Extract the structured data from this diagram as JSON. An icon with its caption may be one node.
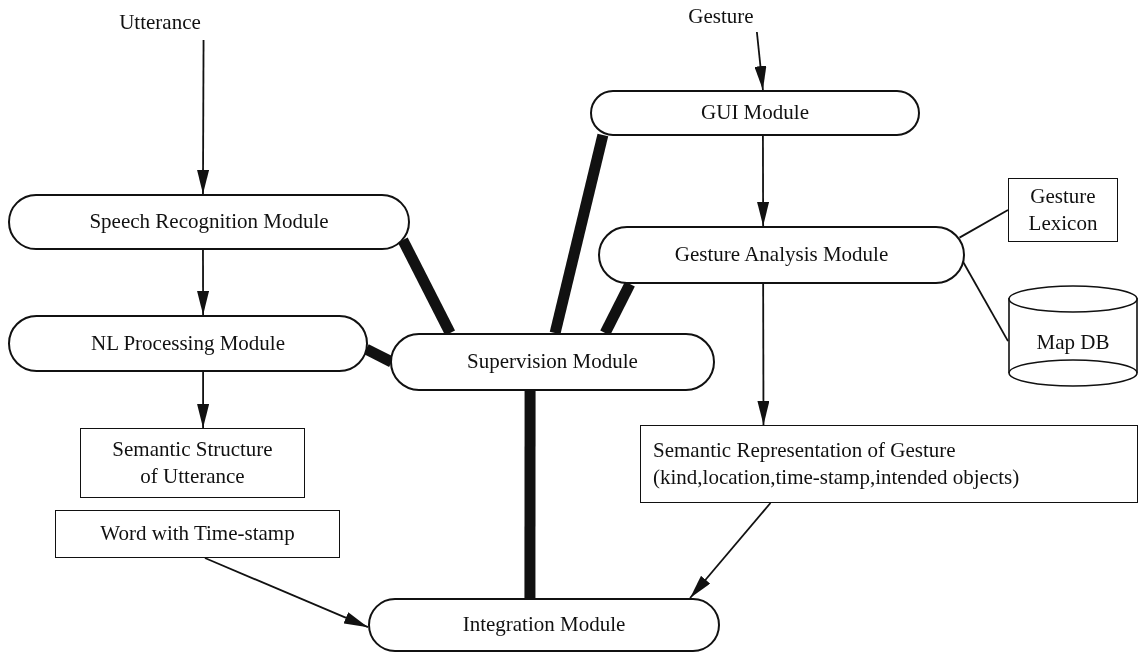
{
  "diagram": {
    "nodes": [
      {
        "text": [
          "Utterance"
        ]
      },
      {
        "text": [
          "Gesture"
        ]
      },
      {
        "text": [
          "Speech Recognition Module"
        ]
      },
      {
        "text": [
          "NL Processing Module"
        ]
      },
      {
        "text": [
          "Semantic Structure of Utterance"
        ]
      },
      {
        "text": [
          "Word with Time-stamp"
        ]
      },
      {
        "text": [
          "Supervision Module"
        ]
      },
      {
        "text": [
          "GUI Module"
        ]
      },
      {
        "text": [
          "Gesture Analysis Module"
        ]
      },
      {
        "text": [
          "Gesture Lexicon"
        ]
      },
      {
        "text": [
          "Map DB"
        ]
      },
      {
        "text": [
          "Semantic Representation of Gesture",
          "(kind,location,time-stamp,intended objects)"
        ]
      },
      {
        "text": [
          "Integration Module"
        ]
      }
    ],
    "edges": [
      {
        "from": 0,
        "to": 2,
        "arrow": "to"
      },
      {
        "from": 1,
        "to": 7,
        "arrow": "to"
      },
      {
        "from": 2,
        "to": 3,
        "arrow": "to"
      },
      {
        "from": 3,
        "to": 4,
        "arrow": "to"
      },
      {
        "from": 7,
        "to": 8,
        "arrow": "to"
      },
      {
        "from": 8,
        "to": 11,
        "arrow": "to"
      },
      {
        "from": 5,
        "to": 12,
        "arrow": "to"
      },
      {
        "from": 11,
        "to": 12,
        "arrow": "to"
      },
      {
        "from": 8,
        "to": 9,
        "arrow": "none"
      },
      {
        "from": 8,
        "to": 10,
        "arrow": "none"
      },
      {
        "from": 2,
        "to": 6,
        "arrow": "none",
        "style": "thick"
      },
      {
        "from": 3,
        "to": 6,
        "arrow": "none",
        "style": "thick"
      },
      {
        "from": 7,
        "to": 6,
        "arrow": "none",
        "style": "thick"
      },
      {
        "from": 8,
        "to": 6,
        "arrow": "none",
        "style": "thick"
      },
      {
        "from": 6,
        "to": 12,
        "arrow": "none",
        "style": "thick"
      }
    ]
  }
}
